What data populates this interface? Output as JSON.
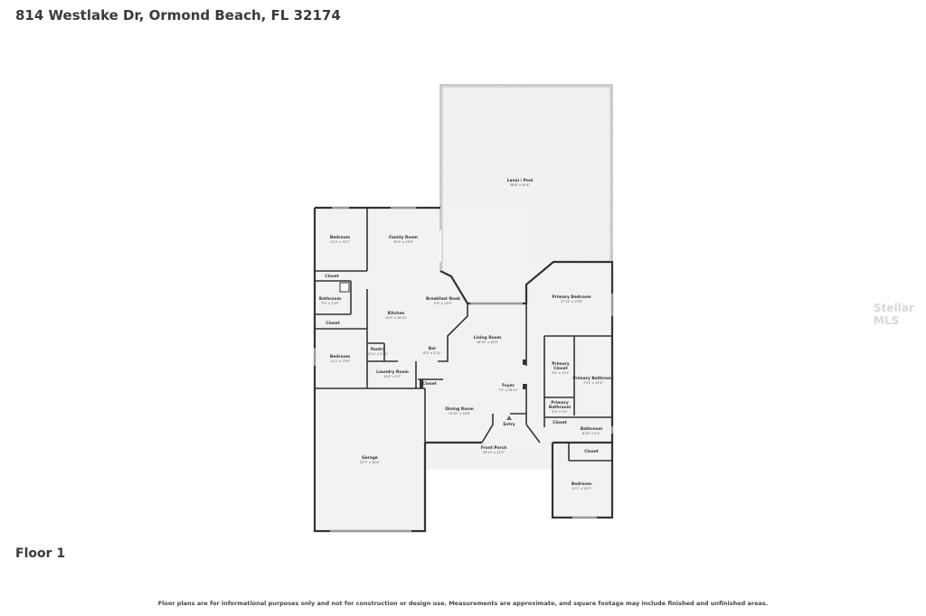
{
  "listing": {
    "address": "814 Westlake Dr, Ormond Beach, FL 32174",
    "floor": "Floor 1",
    "disclaimer": "Floor plans are for informational purposes only and not for construction or design use. Measurements are approximate, and square footage may include finished and unfinished areas.",
    "watermark": "Stellar MLS"
  },
  "rooms": {
    "lanai": {
      "name": "Lanai / Pool",
      "dims": "38'8\" x 40'4\""
    },
    "bedroom_nw": {
      "name": "Bedroom",
      "dims": "11'1\" x 15'1\""
    },
    "family_room": {
      "name": "Family Room",
      "dims": "19'4\" x 13'8\""
    },
    "closet_w1": {
      "name": "Closet",
      "dims": ""
    },
    "bathroom_w": {
      "name": "Bathroom",
      "dims": "7'5\" x 7'10\""
    },
    "closet_w2": {
      "name": "Closet",
      "dims": ""
    },
    "kitchen": {
      "name": "Kitchen",
      "dims": "10'5\" x 16'10\""
    },
    "breakfast_nook": {
      "name": "Breakfast Nook",
      "dims": "9'4\" x 13'0\""
    },
    "primary_bedroom": {
      "name": "Primary Bedroom",
      "dims": "17'11\" x 15'8\""
    },
    "living_room": {
      "name": "Living Room",
      "dims": "16'10\" x 16'3\""
    },
    "pantry": {
      "name": "Pantry",
      "dims": "4'11\" x 3'11\""
    },
    "bar": {
      "name": "Bar",
      "dims": "6'3\" x 3'11\""
    },
    "bedroom_w": {
      "name": "Bedroom",
      "dims": "11'1\" x 13'6\""
    },
    "laundry_room": {
      "name": "Laundry Room",
      "dims": "10'4\" x 5'7\""
    },
    "closet_laundry": {
      "name": "Closet",
      "dims": ""
    },
    "primary_closet": {
      "name": "Primary Closet",
      "dims": "5'4\" x 12'1\""
    },
    "primary_bathroom": {
      "name": "Primary Bathroom",
      "dims": "7'11\" x 12'2\""
    },
    "foyer": {
      "name": "Foyer",
      "dims": "7'5\" x 16'11\""
    },
    "primary_bathroom_wc": {
      "name": "Primary Bathroom",
      "dims": "5'0\" x 7'0\""
    },
    "dining_room": {
      "name": "Dining Room",
      "dims": "13'10\" x 13'6\""
    },
    "entry": {
      "name": "Entry",
      "dims": ""
    },
    "closet_e1": {
      "name": "Closet",
      "dims": ""
    },
    "bathroom_e": {
      "name": "Bathroom",
      "dims": "8'10\" x 5'0\""
    },
    "front_porch": {
      "name": "Front Porch",
      "dims": "28'11\" x 12'1\""
    },
    "closet_e2": {
      "name": "Closet",
      "dims": ""
    },
    "garage": {
      "name": "Garage",
      "dims": "22'7\" x 30'4\""
    },
    "bedroom_se": {
      "name": "Bedroom",
      "dims": "12'1\" x 15'0\""
    }
  }
}
